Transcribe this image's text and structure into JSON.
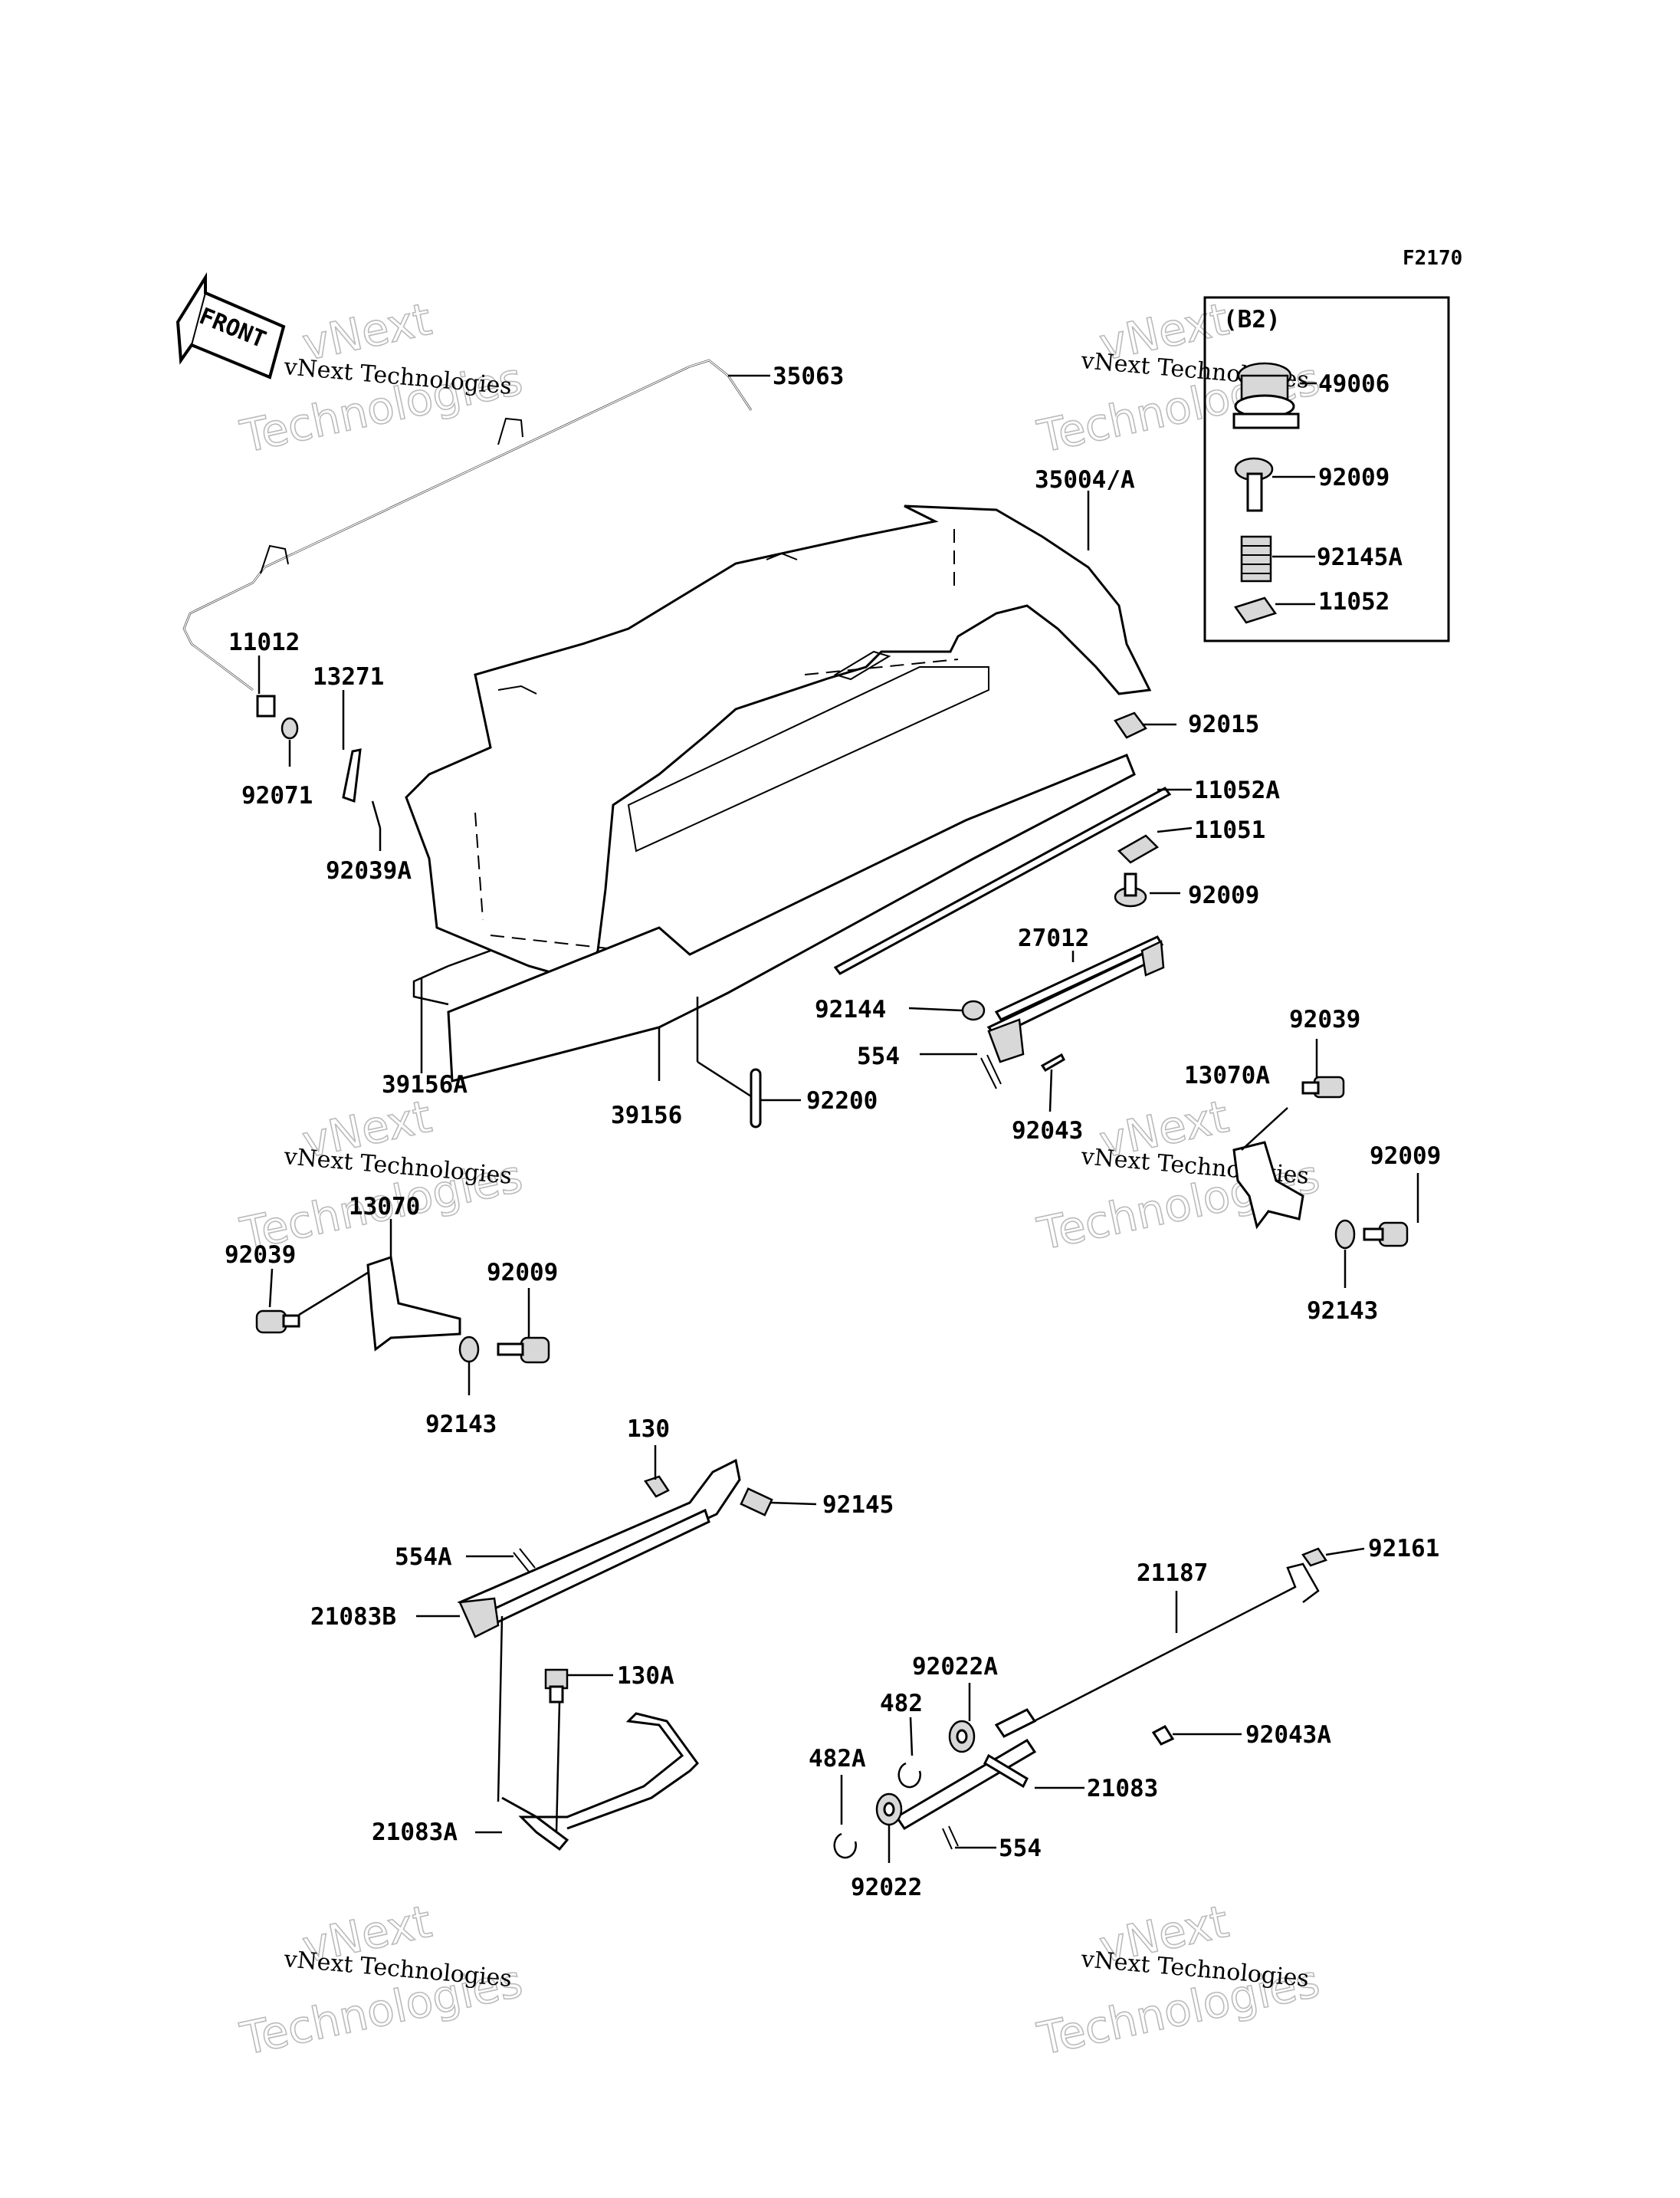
{
  "diagram": {
    "figure_code": "F2170",
    "inset_label": "(B2)",
    "front_label": "FRONT",
    "watermark_line1": "vNext Technologies",
    "watermark_line2": "vNext",
    "watermark_line3": "Technologies",
    "parts": {
      "p35063": "35063",
      "p35004A": "35004/A",
      "p49006": "49006",
      "p92009_inset": "92009",
      "p92145A": "92145A",
      "p11052": "11052",
      "p11012": "11012",
      "p13271": "13271",
      "p92071": "92071",
      "p92039A": "92039A",
      "p92015": "92015",
      "p11052A": "11052A",
      "p11051": "11051",
      "p92009_a": "92009",
      "p27012": "27012",
      "p92144": "92144",
      "p554_a": "554",
      "p92043": "92043",
      "p92039_r": "92039",
      "p13070A": "13070A",
      "p92009_r": "92009",
      "p92143_r": "92143",
      "p39156A": "39156A",
      "p39156": "39156",
      "p92200": "92200",
      "p13070": "13070",
      "p92039_l": "92039",
      "p92009_l": "92009",
      "p92143_l": "92143",
      "p130": "130",
      "p92145": "92145",
      "p554A": "554A",
      "p21083B": "21083B",
      "p130A": "130A",
      "p21083A": "21083A",
      "p92161": "92161",
      "p21187": "21187",
      "p92022A": "92022A",
      "p482": "482",
      "p92043A": "92043A",
      "p482A": "482A",
      "p21083": "21083",
      "p554_b": "554",
      "p92022": "92022"
    }
  }
}
